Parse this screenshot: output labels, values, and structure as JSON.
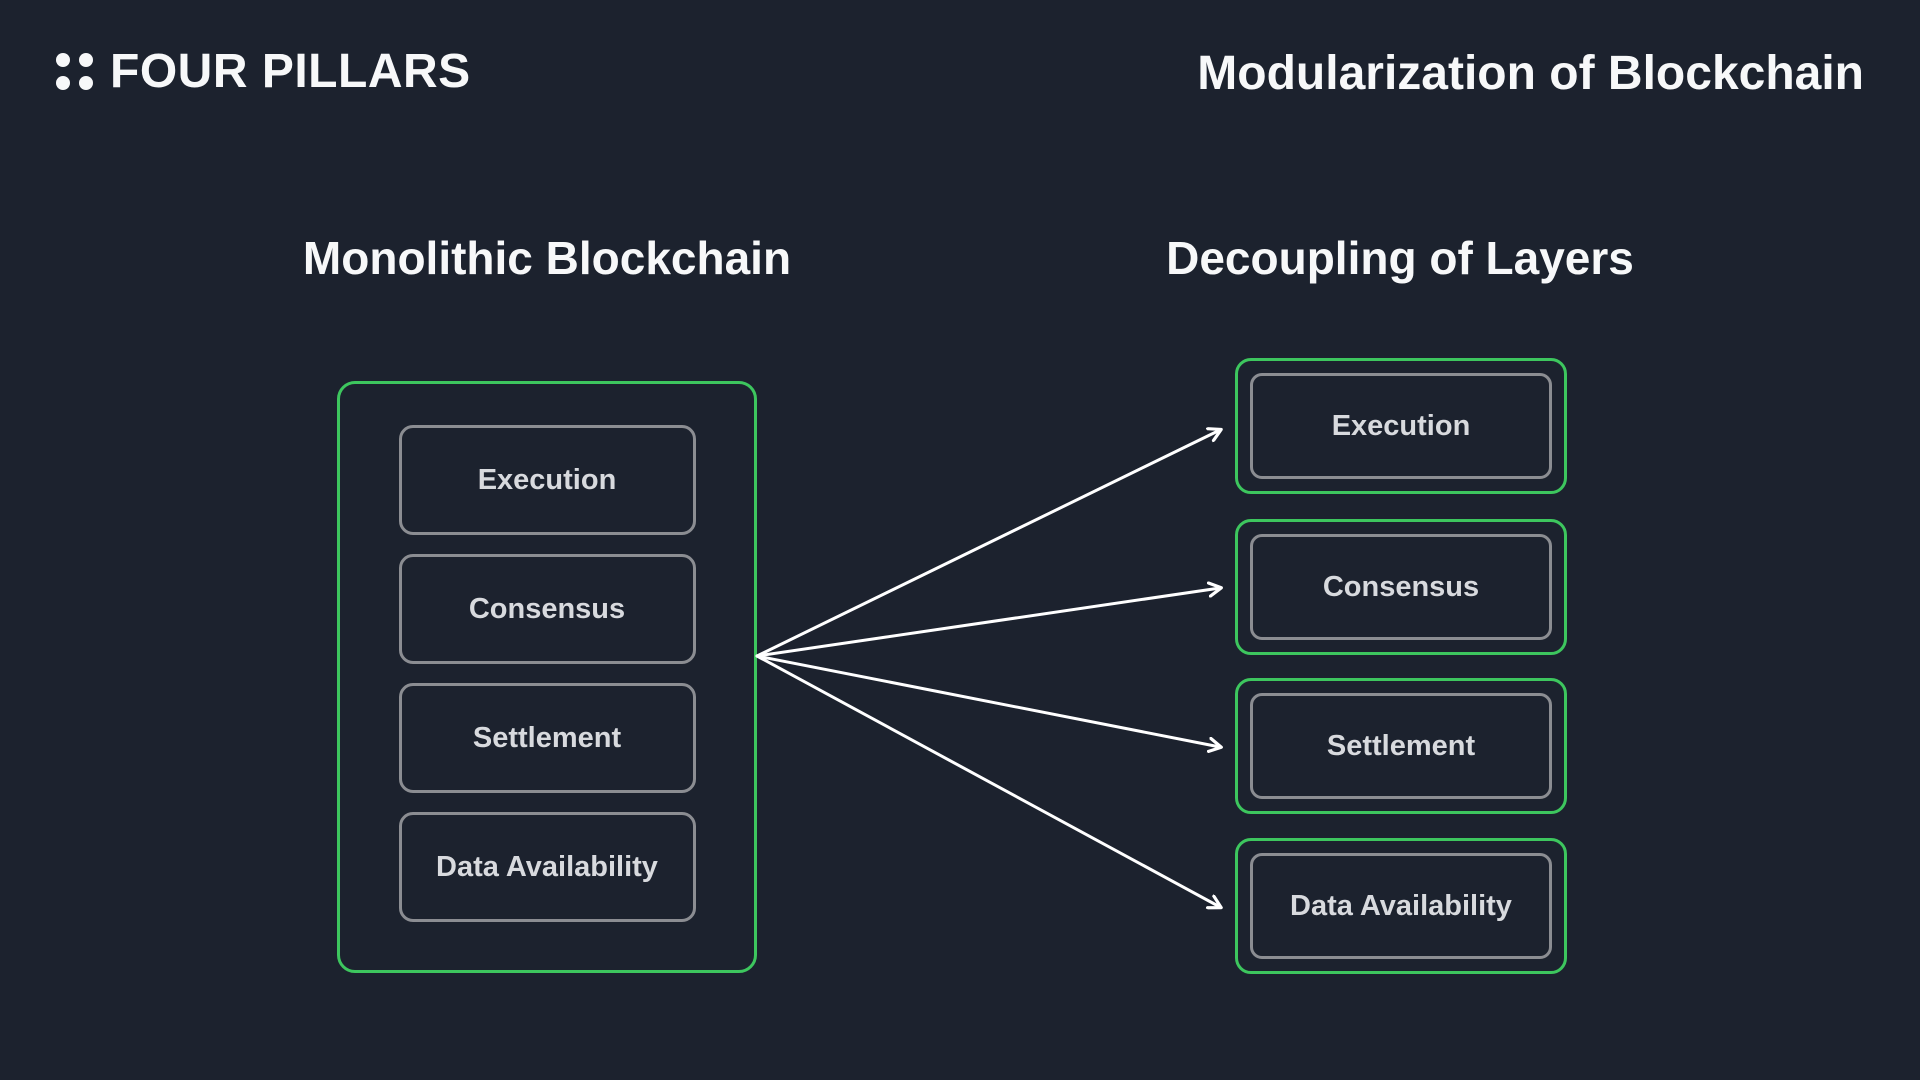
{
  "header": {
    "logo_text": "FOUR PILLARS",
    "title": "Modularization of Blockchain"
  },
  "diagram": {
    "left": {
      "heading": "Monolithic Blockchain",
      "layers": [
        "Execution",
        "Consensus",
        "Settlement",
        "Data Availability"
      ]
    },
    "right": {
      "heading": "Decoupling of Layers",
      "layers": [
        "Execution",
        "Consensus",
        "Settlement",
        "Data Availability"
      ]
    },
    "colors": {
      "background": "#1c222e",
      "accent_green": "#3dc65e",
      "box_border_gray": "#8b8d92",
      "label_text": "#d8dade",
      "arrow": "#ffffff",
      "heading_text": "#f7f8f9"
    }
  }
}
